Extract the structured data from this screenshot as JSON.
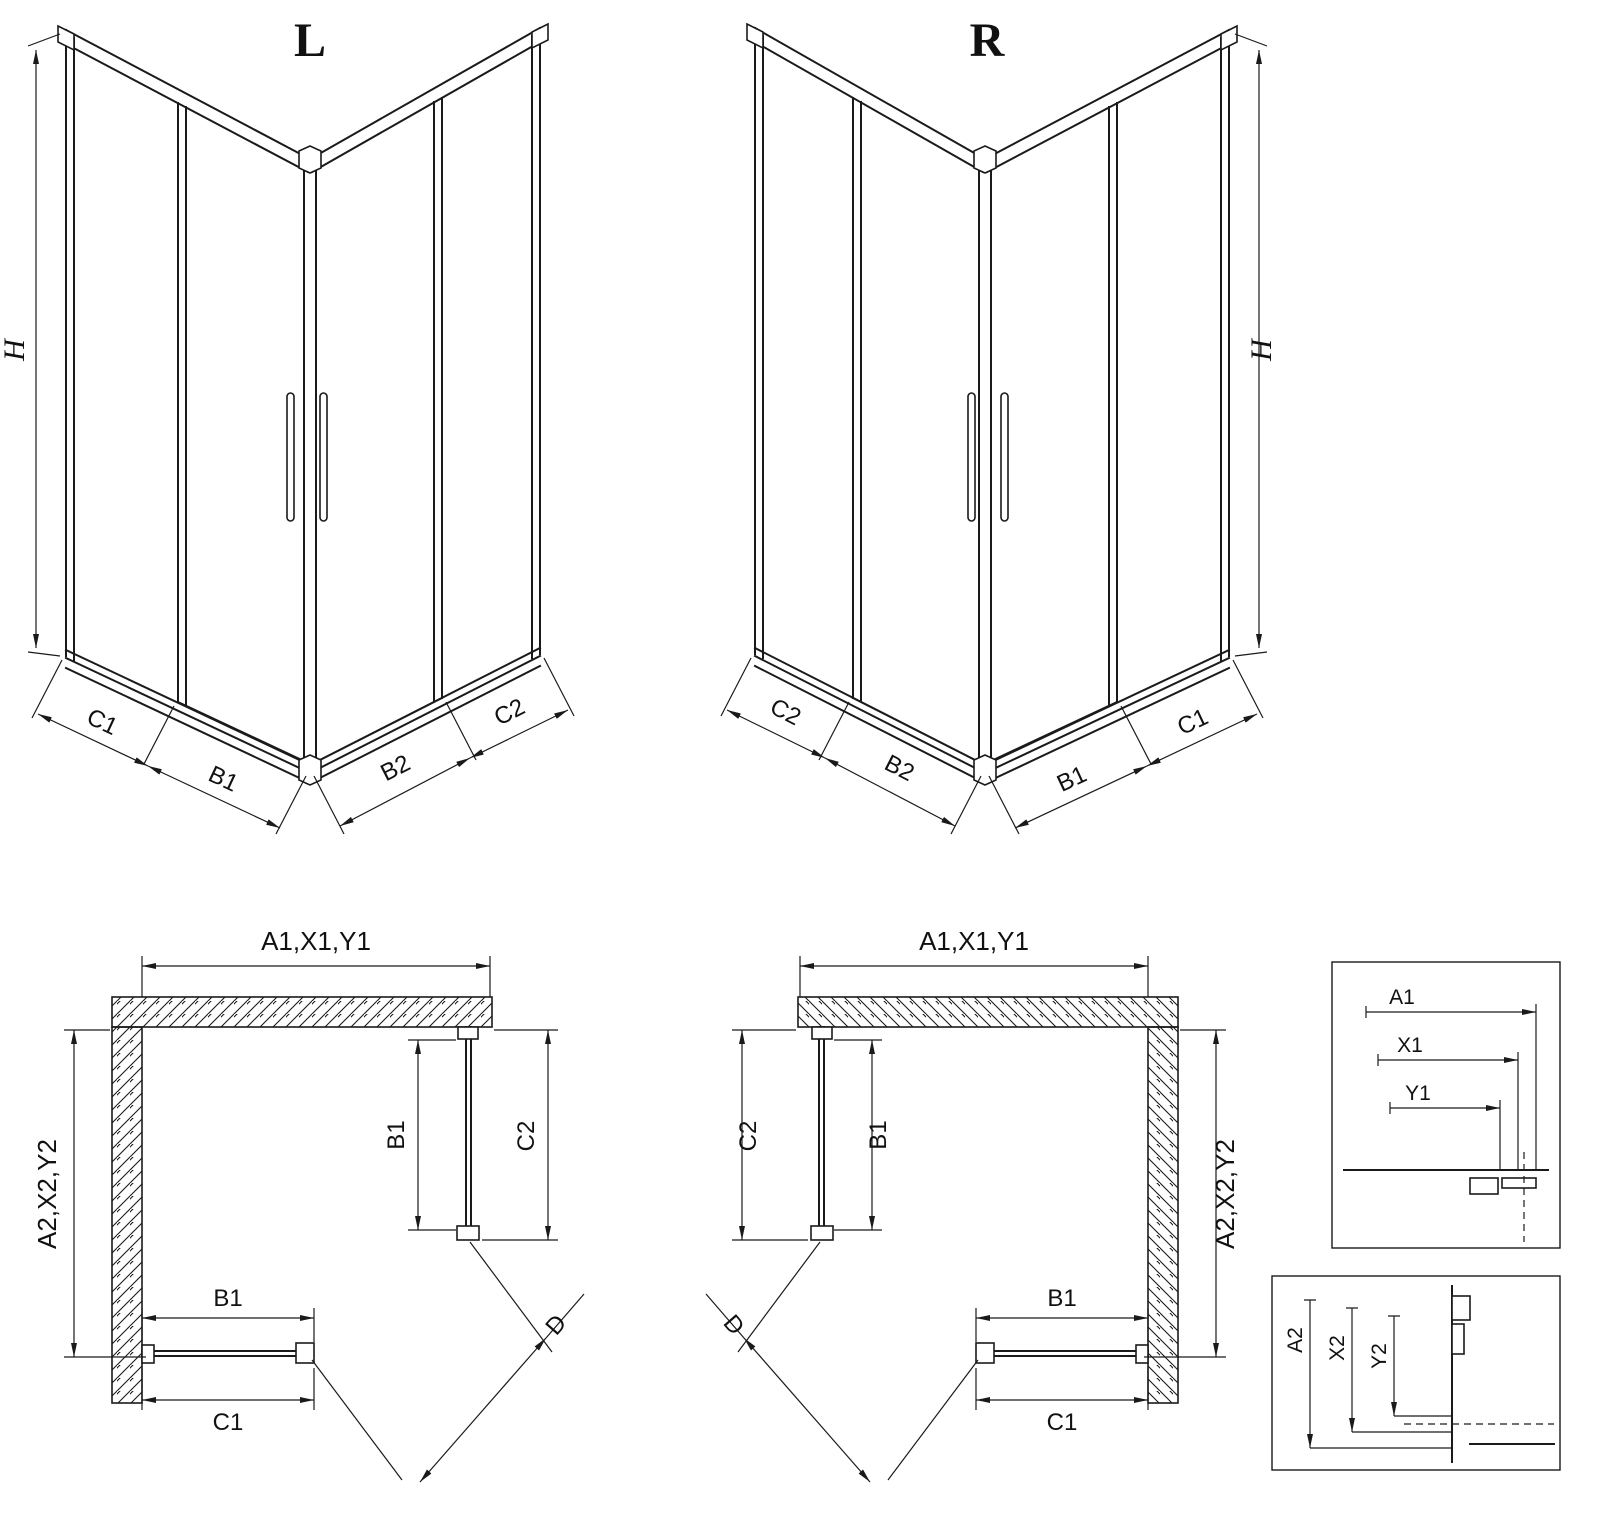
{
  "colors": {
    "line": "#1a1a1a",
    "background": "#ffffff"
  },
  "iso_left": {
    "title": "L",
    "h": "H",
    "c1": "C1",
    "b1": "B1",
    "b2": "B2",
    "c2": "C2"
  },
  "iso_right": {
    "title": "R",
    "h": "H",
    "c1": "C1",
    "b1": "B1",
    "b2": "B2",
    "c2": "C2"
  },
  "plan_left": {
    "top_dim": "A1,X1,Y1",
    "side_dim": "A2,X2,Y2",
    "door_b1": "B1",
    "c2": "C2",
    "bottom_b1": "B1",
    "c1": "C1",
    "d": "D"
  },
  "plan_right": {
    "top_dim": "A1,X1,Y1",
    "side_dim": "A2,X2,Y2",
    "door_b1": "B1",
    "c2": "C2",
    "bottom_b1": "B1",
    "c1": "C1",
    "d": "D"
  },
  "detail_top": {
    "a1": "A1",
    "x1": "X1",
    "y1": "Y1"
  },
  "detail_bottom": {
    "a2": "A2",
    "x2": "X2",
    "y2": "Y2"
  }
}
